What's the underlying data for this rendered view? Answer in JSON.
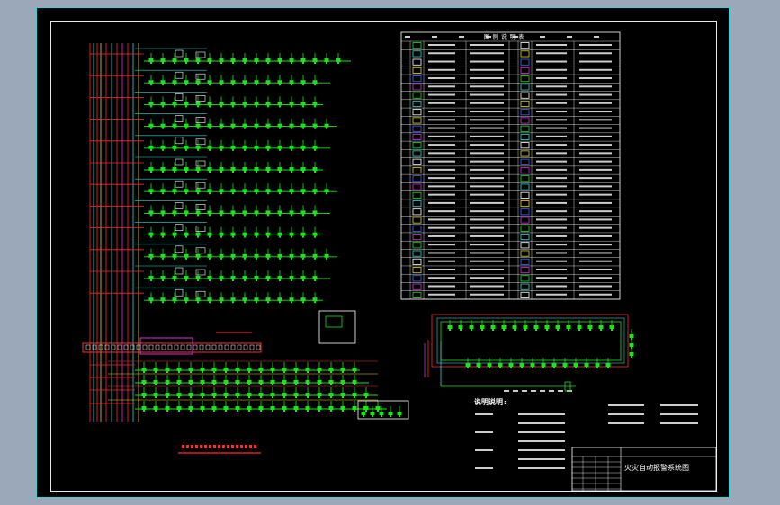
{
  "colors": {
    "background": "#000000",
    "border": "#2fd6d6",
    "device": "#19e619",
    "wire_red": "#ff2b2b",
    "wire_cyan": "#2fd6d6",
    "wire_yellow": "#e6d21a",
    "wire_magenta": "#d633d6",
    "text": "#ffffff"
  },
  "legend_table": {
    "title": "图 例 说 明 表"
  },
  "notes": {
    "heading": "说明说明:"
  },
  "title_block": {
    "drawing_title": "火灾自动报警系统图"
  },
  "icons": {
    "device": "smoke-detector-icon",
    "controller": "fire-alarm-controller-icon"
  }
}
